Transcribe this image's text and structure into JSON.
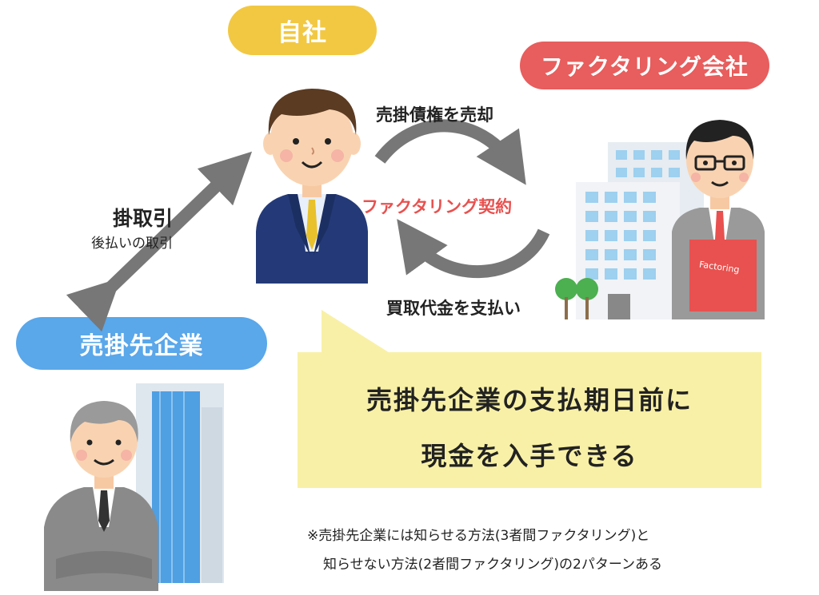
{
  "labels": {
    "own_company": "自社",
    "factoring_company": "ファクタリング会社",
    "customer_company": "売掛先企業",
    "sell_receivables": "売掛債権を売却",
    "factoring_contract": "ファクタリング契約",
    "purchase_payment": "買取代金を支払い",
    "credit_trade": "掛取引",
    "credit_trade_sub": "後払いの取引",
    "folder_text": "Factoring"
  },
  "callout": {
    "line1": "売掛先企業の支払期日前に",
    "line2": "現金を入手できる"
  },
  "note": {
    "line1": "※売掛先企業には知らせる方法(3者間ファクタリング)と",
    "line2": "知らせない方法(2者間ファクタリング)の2パターンある"
  },
  "colors": {
    "yellow_pill": "#f2c843",
    "red_pill": "#e85d5d",
    "blue_pill": "#5aa7ea",
    "arrow_gray": "#777777",
    "contract_red": "#e8514f",
    "callout_bg": "#f8f0a6"
  }
}
